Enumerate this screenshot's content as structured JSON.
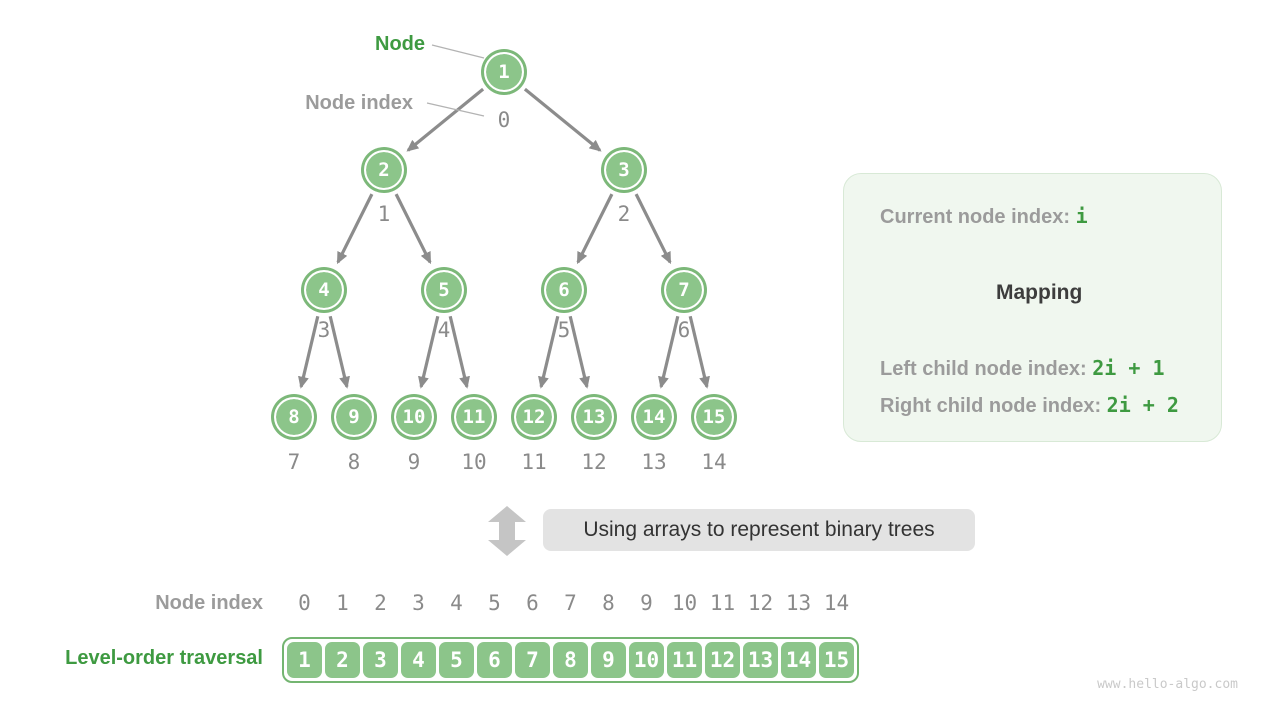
{
  "tree": {
    "node_callout": "Node",
    "index_callout": "Node index",
    "nodes": [
      {
        "value": "1",
        "index": "0"
      },
      {
        "value": "2",
        "index": "1"
      },
      {
        "value": "3",
        "index": "2"
      },
      {
        "value": "4",
        "index": "3"
      },
      {
        "value": "5",
        "index": "4"
      },
      {
        "value": "6",
        "index": "5"
      },
      {
        "value": "7",
        "index": "6"
      },
      {
        "value": "8",
        "index": "7"
      },
      {
        "value": "9",
        "index": "8"
      },
      {
        "value": "10",
        "index": "9"
      },
      {
        "value": "11",
        "index": "10"
      },
      {
        "value": "12",
        "index": "11"
      },
      {
        "value": "13",
        "index": "12"
      },
      {
        "value": "14",
        "index": "13"
      },
      {
        "value": "15",
        "index": "14"
      }
    ]
  },
  "panel": {
    "current_label": "Current node index:",
    "current_value": "i",
    "mapping_label": "Mapping",
    "left_label": "Left child node index:",
    "left_value": "2i + 1",
    "right_label": "Right child node index:",
    "right_value": "2i + 2"
  },
  "banner": {
    "text": "Using arrays to represent binary trees"
  },
  "array_section": {
    "index_label": "Node index",
    "traversal_label": "Level-order traversal",
    "indices": [
      "0",
      "1",
      "2",
      "3",
      "4",
      "5",
      "6",
      "7",
      "8",
      "9",
      "10",
      "11",
      "12",
      "13",
      "14"
    ],
    "values": [
      "1",
      "2",
      "3",
      "4",
      "5",
      "6",
      "7",
      "8",
      "9",
      "10",
      "11",
      "12",
      "13",
      "14",
      "15"
    ]
  },
  "watermark": "www.hello-algo.com",
  "colors": {
    "node_fill": "#8cc58a",
    "node_ring": "#7cb879",
    "green_text": "#3e9a41",
    "gray_label": "#9b9b9b",
    "arrow_gray": "#8c8c8c",
    "mono_gray": "#8a8a8a",
    "panel_bg": "#f0f7ef",
    "panel_border": "#d8e9d6",
    "banner_bg": "#e3e3e3",
    "banner_text": "#333333",
    "dark_text": "#3d3d3d",
    "light_arrow": "#c5c5c5",
    "watermark": "#c9c9c9",
    "array_border": "#74b571"
  }
}
